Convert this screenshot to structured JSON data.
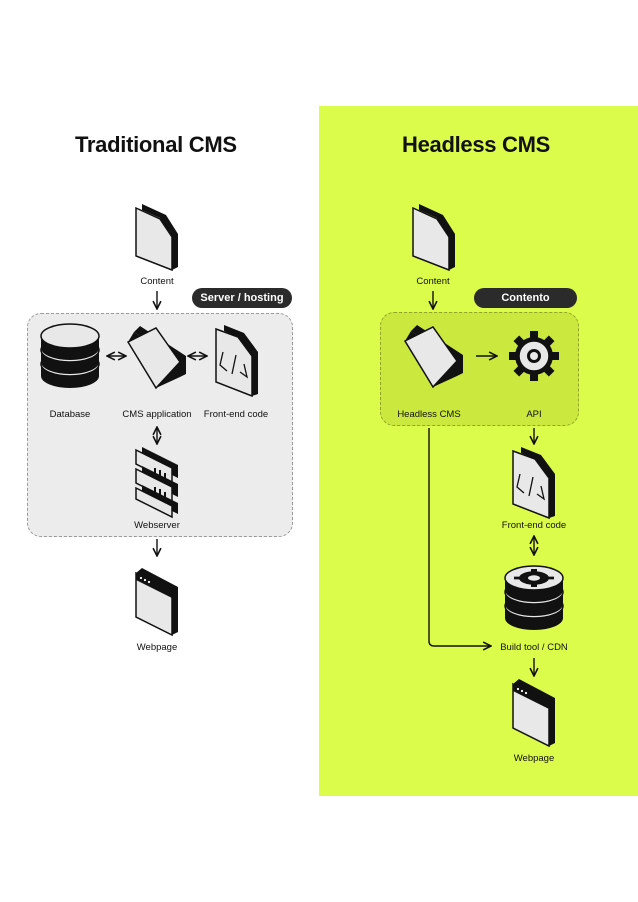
{
  "traditional": {
    "title": "Traditional CMS",
    "group_label": "Server / hosting",
    "nodes": {
      "content": "Content",
      "database": "Database",
      "cms_application": "CMS application",
      "frontend_code": "Front-end code",
      "webserver": "Webserver",
      "webpage": "Webpage"
    }
  },
  "headless": {
    "title": "Headless CMS",
    "group_label": "Contento",
    "nodes": {
      "content": "Content",
      "headless_cms": "Headless CMS",
      "api": "API",
      "frontend_code": "Front-end code",
      "build_tool": "Build tool / CDN",
      "webpage": "Webpage"
    }
  },
  "colors": {
    "accent": "#dcfc4b",
    "group_fill_left": "#ececec",
    "group_fill_right": "#cbe83e",
    "pill": "#2b2b2b",
    "ink": "#111111"
  },
  "icons": {
    "content": "document-icon",
    "database": "database-icon",
    "cms": "window-card-icon",
    "frontend": "code-file-icon",
    "webserver": "server-icon",
    "webpage": "browser-window-icon",
    "api": "gear-icon",
    "build": "database-gear-icon"
  }
}
